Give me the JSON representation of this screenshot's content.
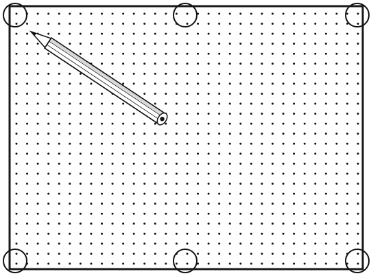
{
  "diagram": {
    "description_type": "dot-grid-with-pencil",
    "border_color": "#1a1a1a",
    "dot_color": "#111111",
    "marker_ring_color": "#111111",
    "pencil": {
      "outline_color": "#111111",
      "body_color": "#ffffff",
      "shade_color": "#d8d8d8"
    },
    "corner_markers": [
      "top-left",
      "top-center",
      "top-right",
      "bottom-left",
      "bottom-center",
      "bottom-right"
    ]
  }
}
